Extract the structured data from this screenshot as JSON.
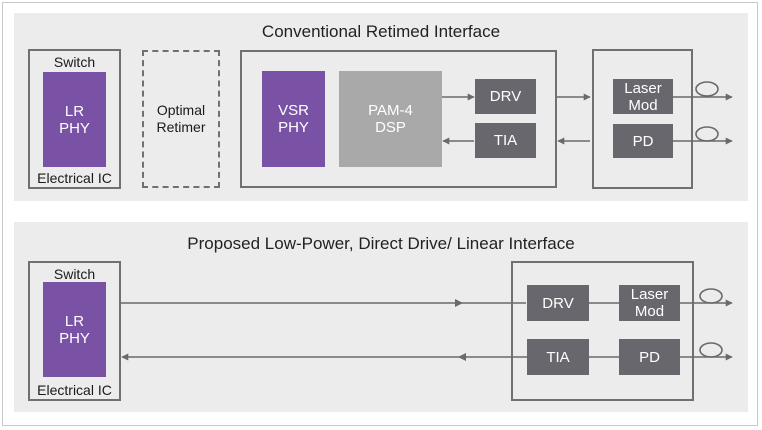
{
  "top": {
    "title": "Conventional Retimed Interface",
    "switch_label": "Switch",
    "lr_phy": [
      "LR",
      "PHY"
    ],
    "electrical_ic": "Electrical IC",
    "optimal_retimer": [
      "Optimal",
      "Retimer"
    ],
    "vsr_phy": [
      "VSR",
      "PHY"
    ],
    "pam4_dsp": [
      "PAM-4",
      "DSP"
    ],
    "drv": "DRV",
    "tia": "TIA",
    "laser_mod": [
      "Laser",
      "Mod"
    ],
    "pd": "PD"
  },
  "bottom": {
    "title": "Proposed Low-Power, Direct Drive/ Linear Interface",
    "switch_label": "Switch",
    "lr_phy": [
      "LR",
      "PHY"
    ],
    "electrical_ic": "Electrical IC",
    "drv": "DRV",
    "tia": "TIA",
    "laser_mod": [
      "Laser",
      "Mod"
    ],
    "pd": "PD"
  },
  "colors": {
    "panel": "#ececec",
    "purple": "#7a52a5",
    "dsp_gray": "#a9a9a9",
    "block_gray": "#68676e",
    "line": "#6a6a6a"
  }
}
